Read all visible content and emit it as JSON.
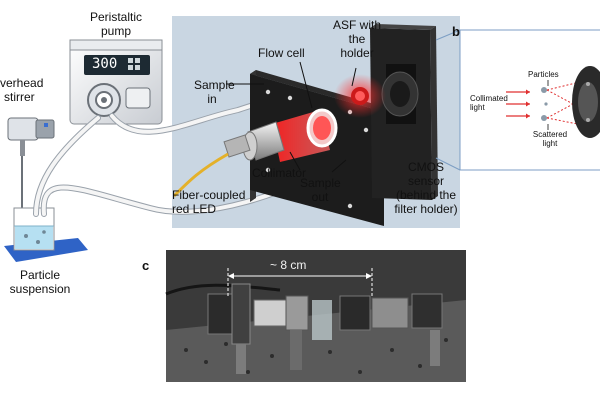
{
  "panels": {
    "b": "b",
    "c": "c"
  },
  "labels": {
    "peristaltic_pump": [
      "Peristaltic",
      "pump"
    ],
    "pump_display": "300",
    "overhead_stirrer": [
      "verhead",
      "stirrer"
    ],
    "particle_suspension": [
      "Particle",
      "suspension"
    ],
    "flow_cell": "Flow cell",
    "sample_in": [
      "Sample",
      "in"
    ],
    "asf_holder": [
      "ASF with",
      "the",
      "holder"
    ],
    "collimator": "Collimator",
    "fiber_led": [
      "Fiber-coupled",
      "red LED"
    ],
    "sample_out": [
      "Sample",
      "out"
    ],
    "cmos_sensor": [
      "CMOS",
      "sensor",
      "(behind the",
      "filter holder)"
    ],
    "photo_distance": "~ 8 cm"
  },
  "inset": {
    "collimated_light": [
      "Collimated",
      "light"
    ],
    "particles": "Particles",
    "scattered_light": [
      "Scattered",
      "light"
    ]
  },
  "colors": {
    "panel_bg": "#c9d6e2",
    "laser_red": "#e01818",
    "led_cable": "#e4b12a",
    "holder_blue": "#3b6fd0",
    "plate_dark": "#1c1c1c",
    "photo_bg": "#3a3a3a"
  }
}
